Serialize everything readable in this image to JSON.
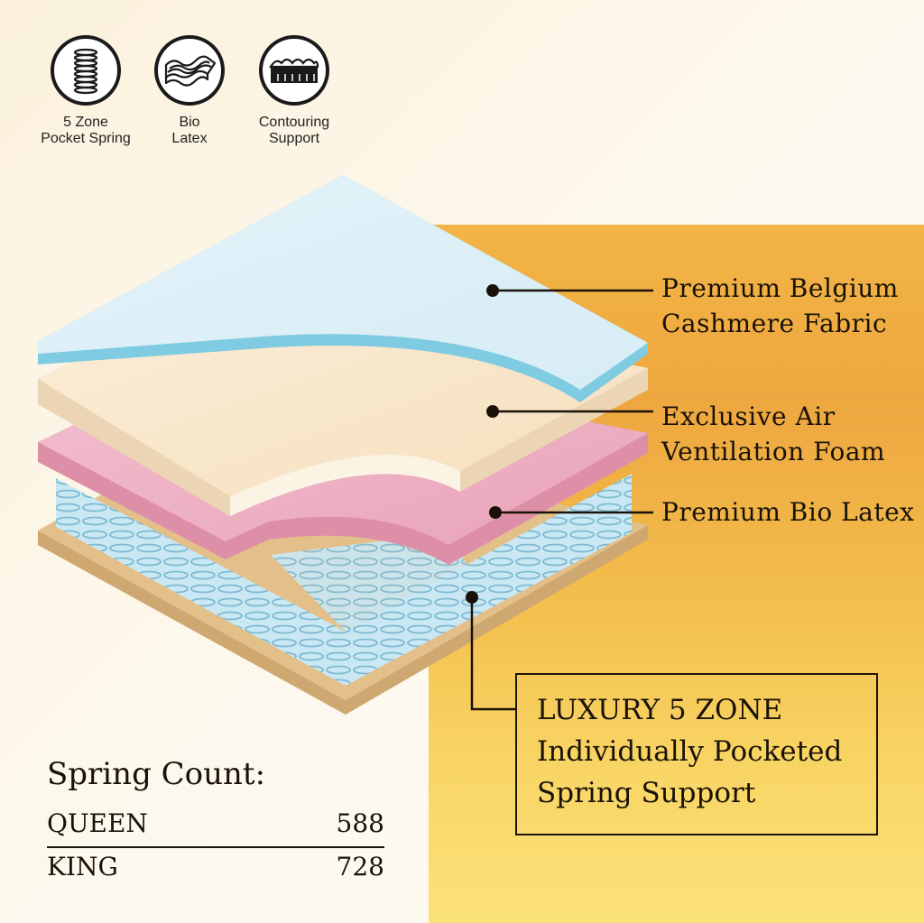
{
  "icons": [
    {
      "name": "pocket-spring-icon",
      "label": "5 Zone\nPocket Spring"
    },
    {
      "name": "bio-latex-icon",
      "label": "Bio\nLatex"
    },
    {
      "name": "contouring-support-icon",
      "label": "Contouring\nSupport"
    }
  ],
  "layers": [
    {
      "line1": "Premium Belgium",
      "line2": "Cashmere Fabric"
    },
    {
      "line1": "Exclusive Air",
      "line2": "Ventilation Foam"
    },
    {
      "line1": "Premium Bio Latex"
    }
  ],
  "feature": {
    "line1": "LUXURY 5 ZONE",
    "line2": "Individually Pocketed",
    "line3": "Spring Support"
  },
  "spring_count": {
    "title": "Spring Count:",
    "rows": [
      {
        "size": "QUEEN",
        "count": "588"
      },
      {
        "size": "KING",
        "count": "728"
      }
    ]
  },
  "colors": {
    "fabric": "#ddf0f7",
    "foam": "#f9e6cc",
    "latex": "#ecb0c3",
    "spring": "#a9d8ea",
    "base": "#e3bf8a",
    "panel": "#f2b545"
  }
}
